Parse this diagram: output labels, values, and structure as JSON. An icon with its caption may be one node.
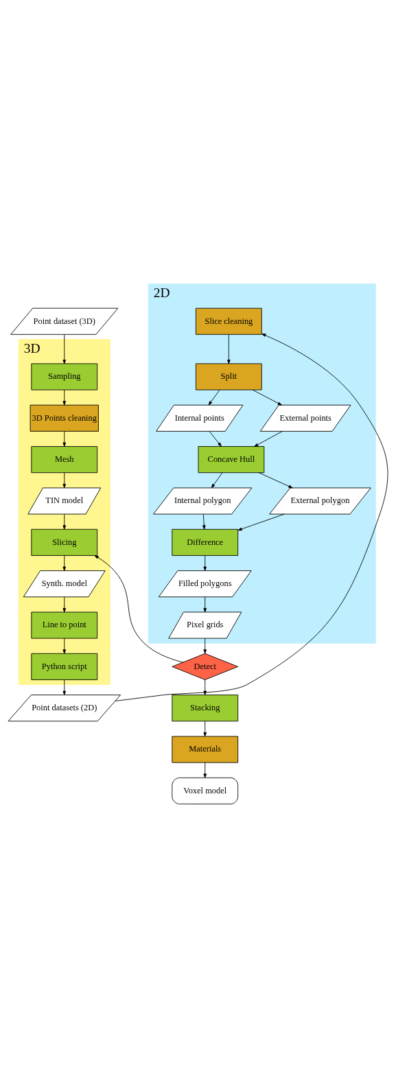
{
  "diagram": {
    "nodes": [
      {
        "text": [
          "Point dataset (3D)"
        ]
      },
      {
        "text": [
          "3D"
        ]
      },
      {
        "text": [
          "Sampling"
        ],
        "in": 1
      },
      {
        "text": [
          "3D Points cleaning"
        ],
        "in": 1
      },
      {
        "text": [
          "Mesh"
        ],
        "in": 1
      },
      {
        "text": [
          "TIN model"
        ],
        "in": 1
      },
      {
        "text": [
          "Slicing"
        ],
        "in": 1
      },
      {
        "text": [
          "Synth. model"
        ],
        "in": 1
      },
      {
        "text": [
          "Line to point"
        ],
        "in": 1
      },
      {
        "text": [
          "Python script"
        ],
        "in": 1
      },
      {
        "text": [
          "2D"
        ]
      },
      {
        "text": [
          "Slice cleaning"
        ],
        "in": 10
      },
      {
        "text": [
          "Split"
        ],
        "in": 10
      },
      {
        "text": [
          "Internal points"
        ],
        "in": 10
      },
      {
        "text": [
          "External points"
        ],
        "in": 10
      },
      {
        "text": [
          "Concave Hull"
        ],
        "in": 10
      },
      {
        "text": [
          "Internal polygon"
        ],
        "in": 10
      },
      {
        "text": [
          "External polygon"
        ],
        "in": 10
      },
      {
        "text": [
          "Difference"
        ],
        "in": 10
      },
      {
        "text": [
          "Filled polygons"
        ],
        "in": 10
      },
      {
        "text": [
          "Pixel grids"
        ],
        "in": 10
      },
      {
        "text": [
          "Point datasets (2D)"
        ]
      },
      {
        "text": [
          "Detect"
        ]
      },
      {
        "text": [
          "Stacking"
        ]
      },
      {
        "text": [
          "Materials"
        ]
      },
      {
        "text": [
          "Voxel model"
        ]
      }
    ],
    "edges": [
      {
        "from": 0,
        "to": 2,
        "arrow": "to"
      },
      {
        "from": 2,
        "to": 3,
        "arrow": "to"
      },
      {
        "from": 3,
        "to": 4,
        "arrow": "to"
      },
      {
        "from": 4,
        "to": 5,
        "arrow": "to"
      },
      {
        "from": 5,
        "to": 6,
        "arrow": "to"
      },
      {
        "from": 6,
        "to": 7,
        "arrow": "to"
      },
      {
        "from": 7,
        "to": 8,
        "arrow": "to"
      },
      {
        "from": 8,
        "to": 9,
        "arrow": "to"
      },
      {
        "from": 9,
        "to": 21,
        "arrow": "to"
      },
      {
        "from": 21,
        "to": 11,
        "arrow": "to"
      },
      {
        "from": 11,
        "to": 12,
        "arrow": "to"
      },
      {
        "from": 12,
        "to": 13,
        "arrow": "to"
      },
      {
        "from": 12,
        "to": 14,
        "arrow": "to"
      },
      {
        "from": 13,
        "to": 15,
        "arrow": "to"
      },
      {
        "from": 14,
        "to": 15,
        "arrow": "to"
      },
      {
        "from": 15,
        "to": 16,
        "arrow": "to"
      },
      {
        "from": 15,
        "to": 17,
        "arrow": "to"
      },
      {
        "from": 16,
        "to": 18,
        "arrow": "to"
      },
      {
        "from": 17,
        "to": 18,
        "arrow": "to"
      },
      {
        "from": 18,
        "to": 19,
        "arrow": "to"
      },
      {
        "from": 19,
        "to": 20,
        "arrow": "to"
      },
      {
        "from": 20,
        "to": 22,
        "arrow": "to"
      },
      {
        "from": 22,
        "to": 6,
        "arrow": "to"
      },
      {
        "from": 22,
        "to": 23,
        "arrow": "to"
      },
      {
        "from": 23,
        "to": 24,
        "arrow": "to"
      },
      {
        "from": 24,
        "to": 25,
        "arrow": "to"
      }
    ]
  }
}
